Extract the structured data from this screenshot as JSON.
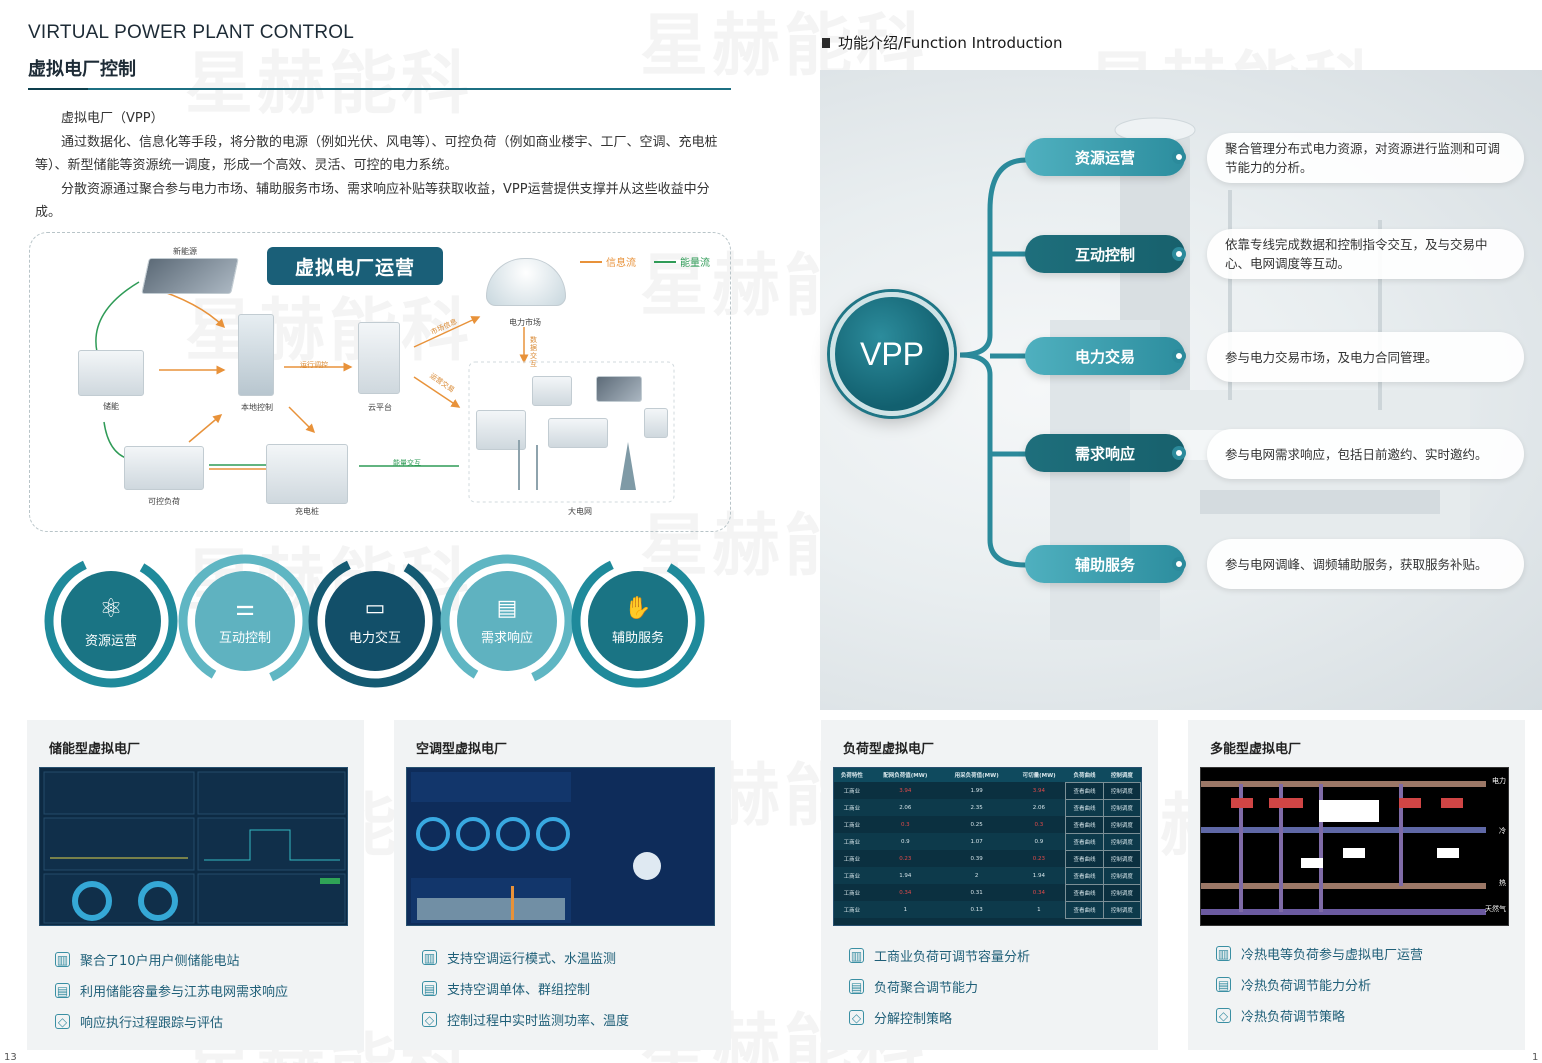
{
  "left": {
    "title_en": "VIRTUAL POWER PLANT CONTROL",
    "title_cn": "虚拟电厂控制",
    "intro": [
      "虚拟电厂（VPP）",
      "通过数据化、信息化等手段，将分散的电源（例如光伏、风电等）、可控负荷（例如商业楼宇、工厂、空调、充电桩等）、新型储能等资源统一调度，形成一个高效、灵活、可控的电力系统。",
      "分散资源通过聚合参与电力市场、辅助服务市场、需求响应补贴等获取收益，VPP运营提供支撑并从这些收益中分成。"
    ]
  },
  "flow": {
    "title": "虚拟电厂运营",
    "legend": [
      {
        "label": "信息流",
        "color": "#e8923a"
      },
      {
        "label": "能量流",
        "color": "#2f9b57"
      }
    ],
    "nodes": {
      "pv": "新能源",
      "storage": "储能",
      "local": "本地控制",
      "cloud": "云平台",
      "market": "电力市场",
      "load": "可控负荷",
      "charger": "充电桩",
      "grid": "大电网"
    },
    "arrows": {
      "dispatch": "运行调控",
      "market_info": "市场信息",
      "trade": "数据交互",
      "mid": "运营交易",
      "energy": "能量交互"
    }
  },
  "circles": [
    {
      "label": "资源运营",
      "icon": "atom-icon"
    },
    {
      "label": "互动控制",
      "icon": "sliders-icon"
    },
    {
      "label": "电力交互",
      "icon": "monitor-wave-icon"
    },
    {
      "label": "需求响应",
      "icon": "document-exchange-icon"
    },
    {
      "label": "辅助服务",
      "icon": "hand-wrench-icon"
    }
  ],
  "functions": {
    "title": "功能介绍/Function Introduction",
    "center": "VPP",
    "items": [
      {
        "name": "资源运营",
        "desc": "聚合管理分布式电力资源，对资源进行监测和可调节能力的分析。"
      },
      {
        "name": "互动控制",
        "desc": "依靠专线完成数据和控制指令交互，及与交易中心、电网调度等互动。"
      },
      {
        "name": "电力交易",
        "desc": "参与电力交易市场，及电力合同管理。"
      },
      {
        "name": "需求响应",
        "desc": "参与电网需求响应，包括日前邀约、实时邀约。"
      },
      {
        "name": "辅助服务",
        "desc": "参与电网调峰、调频辅助服务，获取服务补贴。"
      }
    ]
  },
  "panels": [
    {
      "title": "储能型虚拟电厂",
      "features": [
        "聚合了10户用户侧储能电站",
        "利用储能容量参与江苏电网需求响应",
        "响应执行过程跟踪与评估"
      ]
    },
    {
      "title": "空调型虚拟电厂",
      "features": [
        "支持空调运行模式、水温监测",
        "支持空调单体、群组控制",
        "控制过程中实时监测功率、温度"
      ]
    },
    {
      "title": "负荷型虚拟电厂",
      "features": [
        "工商业负荷可调节容量分析",
        "负荷聚合调节能力",
        "分解控制策略"
      ],
      "table": {
        "headers": [
          "负荷特性",
          "配网负荷值(MW)",
          "用采负荷值(MW)",
          "可切量(MW)",
          "负荷曲线",
          "控制调度"
        ],
        "rows": [
          [
            "工商业",
            "3.94",
            "1.99",
            "3.94",
            "查看曲线",
            "控制调度"
          ],
          [
            "工商业",
            "2.06",
            "2.35",
            "2.06",
            "查看曲线",
            "控制调度"
          ],
          [
            "工商业",
            "0.3",
            "0.25",
            "0.3",
            "查看曲线",
            "控制调度"
          ],
          [
            "工商业",
            "0.9",
            "1.07",
            "0.9",
            "查看曲线",
            "控制调度"
          ],
          [
            "工商业",
            "0.23",
            "0.39",
            "0.23",
            "查看曲线",
            "控制调度"
          ],
          [
            "工商业",
            "1.94",
            "2",
            "1.94",
            "查看曲线",
            "控制调度"
          ],
          [
            "工商业",
            "0.34",
            "0.31",
            "0.34",
            "查看曲线",
            "控制调度"
          ],
          [
            "工商业",
            "1",
            "0.13",
            "1",
            "查看曲线",
            "控制调度"
          ]
        ]
      }
    },
    {
      "title": "多能型虚拟电厂",
      "features": [
        "冷热电等负荷参与虚拟电厂运营",
        "冷热负荷调节能力分析",
        "冷热负荷调节策略"
      ],
      "bus_labels": [
        "电力",
        "冷",
        "热",
        "天然气"
      ]
    }
  ],
  "watermark": "星赫能科",
  "page_left": "13",
  "page_right": "1"
}
